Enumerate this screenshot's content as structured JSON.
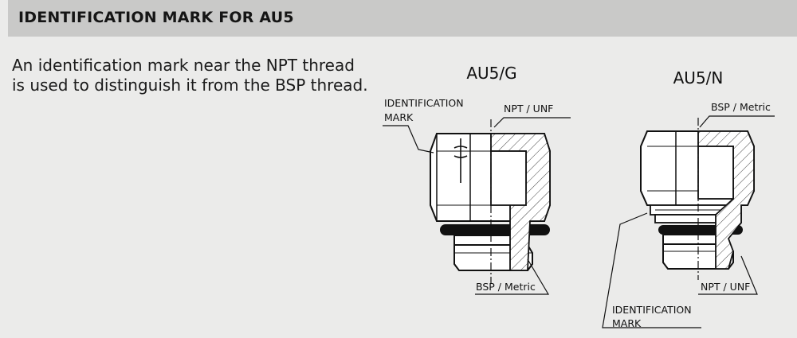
{
  "header": {
    "title": "IDENTIFICATION MARK FOR AU5"
  },
  "description": {
    "line1": "An identification mark near the NPT thread",
    "line2": "is used to distinguish it from the BSP thread."
  },
  "figure_g": {
    "title": "AU5/G",
    "label_mark_line1": "IDENTIFICATION",
    "label_mark_line2": "MARK",
    "label_top_thread": "NPT / UNF",
    "label_bottom_thread": "BSP / Metric"
  },
  "figure_n": {
    "title": "AU5/N",
    "label_top_thread": "BSP / Metric",
    "label_bottom_thread": "NPT / UNF",
    "label_mark_line1": "IDENTIFICATION",
    "label_mark_line2": "MARK"
  }
}
